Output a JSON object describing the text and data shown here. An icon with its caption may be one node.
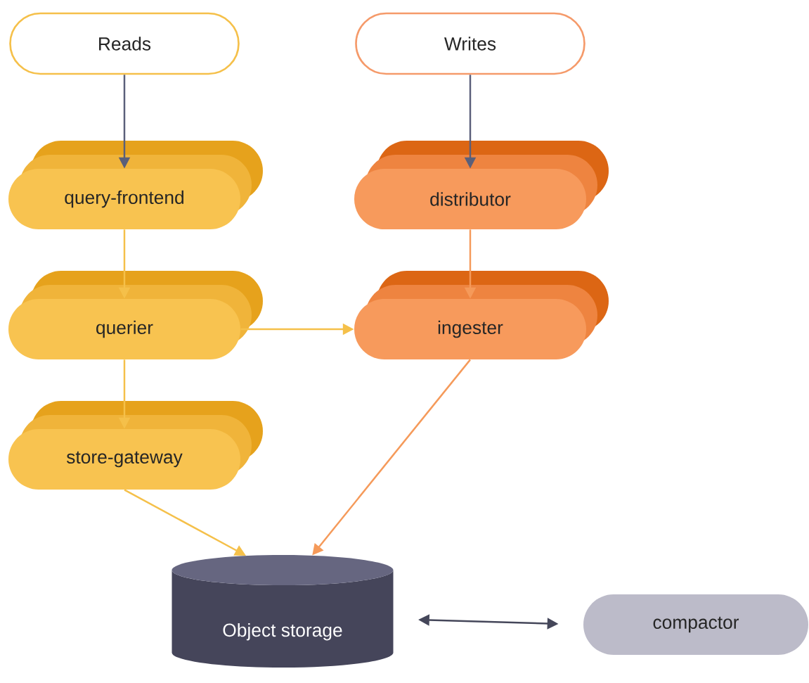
{
  "diagram": {
    "nodes": [
      {
        "text": [
          "Reads"
        ]
      },
      {
        "text": [
          "Writes"
        ]
      },
      {
        "text": [
          "query-frontend"
        ]
      },
      {
        "text": [
          "distributor"
        ]
      },
      {
        "text": [
          "querier"
        ]
      },
      {
        "text": [
          "ingester"
        ]
      },
      {
        "text": [
          "store-gateway"
        ]
      },
      {
        "text": [
          "Object storage"
        ]
      },
      {
        "text": [
          "compactor"
        ]
      }
    ],
    "edges": [
      {
        "from": 0,
        "to": 2,
        "arrow": "to",
        "color": "#5a5f7a"
      },
      {
        "from": 1,
        "to": 3,
        "arrow": "to",
        "color": "#5a5f7a"
      },
      {
        "from": 2,
        "to": 4,
        "arrow": "to",
        "color": "#f5c04a"
      },
      {
        "from": 3,
        "to": 5,
        "arrow": "to",
        "color": "#f59a5a"
      },
      {
        "from": 4,
        "to": 5,
        "arrow": "to",
        "color": "#f5c04a"
      },
      {
        "from": 4,
        "to": 6,
        "arrow": "to",
        "color": "#f5c04a"
      },
      {
        "from": 6,
        "to": 7,
        "arrow": "to",
        "color": "#f5c04a"
      },
      {
        "from": 5,
        "to": 7,
        "arrow": "to",
        "color": "#f59a5a"
      },
      {
        "from": 7,
        "to": 8,
        "arrow": "both",
        "color": "#45475a"
      }
    ]
  }
}
